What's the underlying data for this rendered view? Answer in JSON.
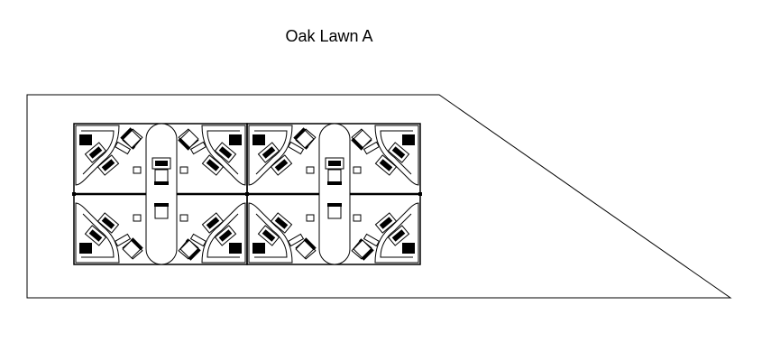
{
  "diagram": {
    "title": "Oak Lawn A",
    "room": "trapezoid-floor-plan-outline",
    "workstation_clusters": [
      {
        "name": "cluster-left",
        "quadrants": [
          "top-left",
          "top-right",
          "bottom-left",
          "bottom-right"
        ]
      },
      {
        "name": "cluster-right",
        "quadrants": [
          "top-left",
          "top-right",
          "bottom-left",
          "bottom-right"
        ]
      }
    ],
    "colors": {
      "line": "#000000",
      "background": "#ffffff"
    }
  }
}
